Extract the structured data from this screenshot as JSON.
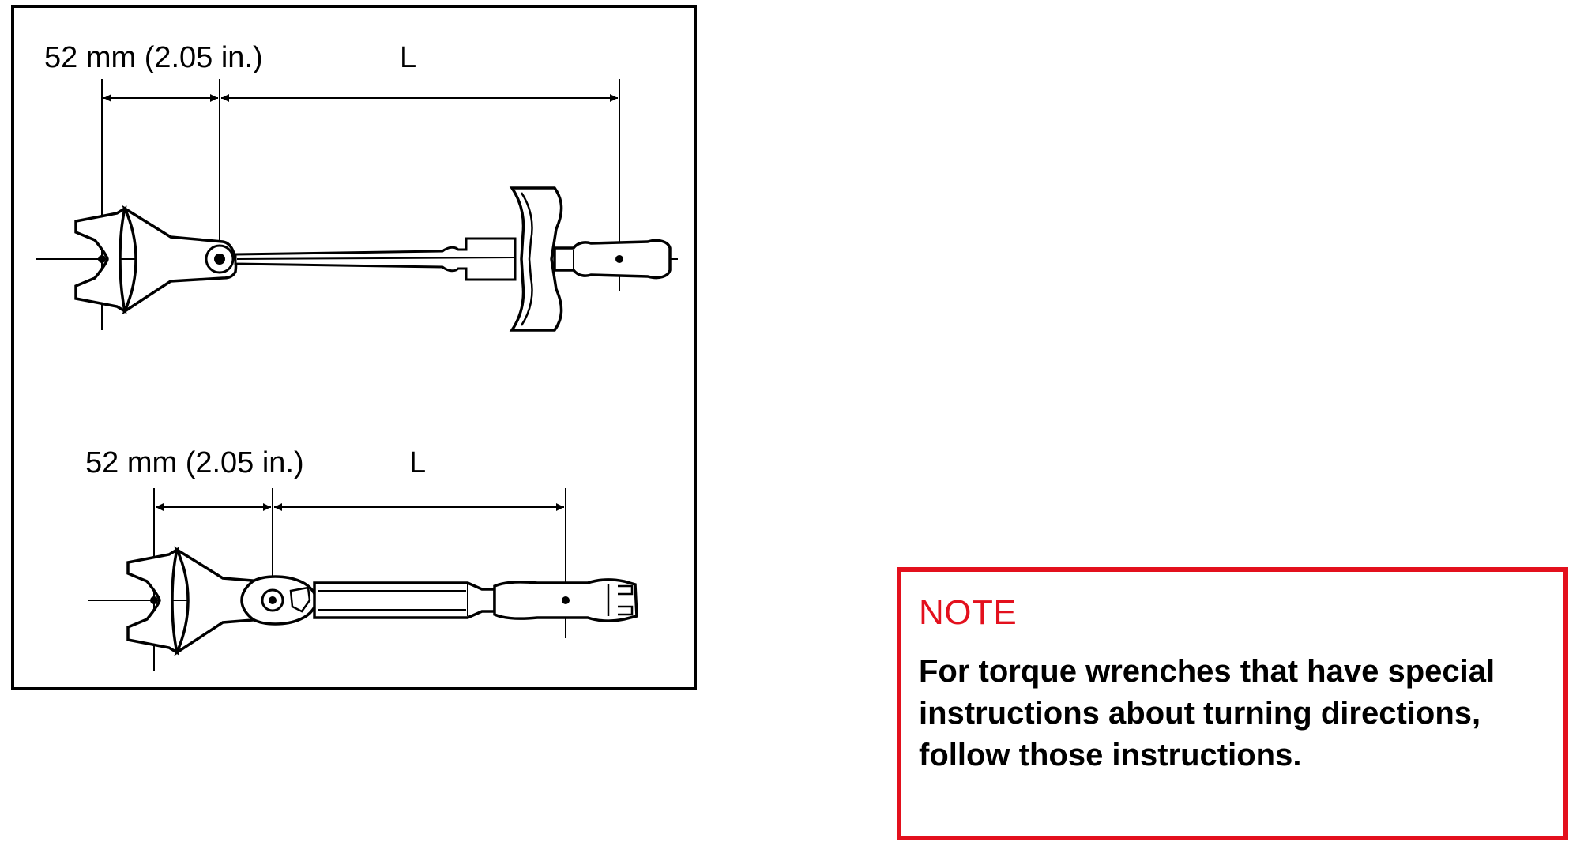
{
  "diagram": {
    "top_wrench": {
      "offset_label": "52 mm (2.05 in.)",
      "length_label": "L"
    },
    "bottom_wrench": {
      "offset_label": "52 mm (2.05 in.)",
      "length_label": "L"
    }
  },
  "note": {
    "title": "NOTE",
    "body": "For torque wrenches that have special instructions about turning directions, follow those instructions."
  },
  "colors": {
    "note_accent": "#e3101d",
    "line": "#000000"
  }
}
